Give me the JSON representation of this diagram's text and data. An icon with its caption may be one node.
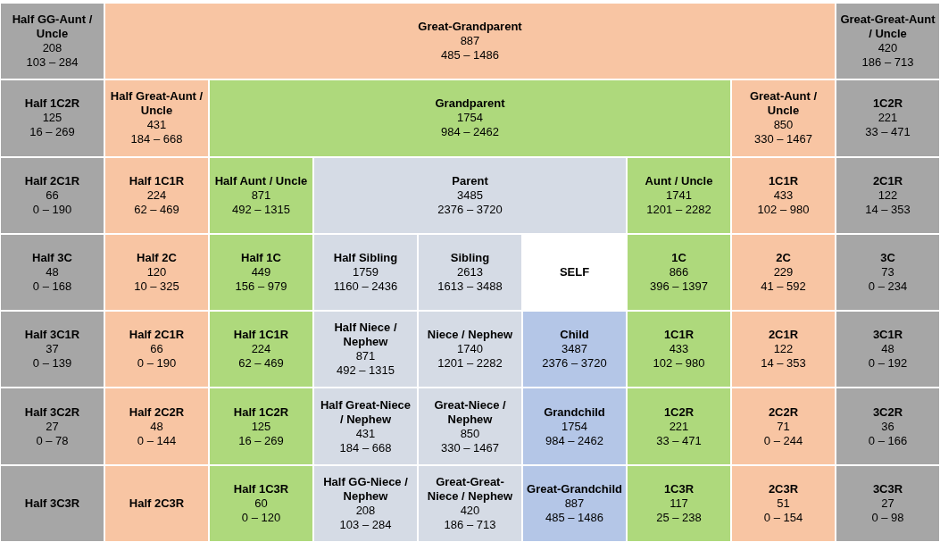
{
  "diagram": {
    "nodes": [
      {
        "text": [
          "Half GG-Aunt / Uncle",
          "208",
          "103 – 284"
        ]
      },
      {
        "text": [
          "Great-Grandparent",
          "887",
          "485 – 1486"
        ]
      },
      {
        "text": [
          "Great-Great-Aunt / Uncle",
          "420",
          "186 – 713"
        ]
      },
      {
        "text": [
          "Half 1C2R",
          "125",
          "16 – 269"
        ]
      },
      {
        "text": [
          "Half Great-Aunt / Uncle",
          "431",
          "184 – 668"
        ]
      },
      {
        "text": [
          "Grandparent",
          "1754",
          "984 – 2462"
        ]
      },
      {
        "text": [
          "Great-Aunt / Uncle",
          "850",
          "330 – 1467"
        ]
      },
      {
        "text": [
          "1C2R",
          "221",
          "33 – 471"
        ]
      },
      {
        "text": [
          "Half 2C1R",
          "66",
          "0 – 190"
        ]
      },
      {
        "text": [
          "Half 1C1R",
          "224",
          "62 – 469"
        ]
      },
      {
        "text": [
          "Half Aunt / Uncle",
          "871",
          "492 – 1315"
        ]
      },
      {
        "text": [
          "Parent",
          "3485",
          "2376 – 3720"
        ]
      },
      {
        "text": [
          "Aunt / Uncle",
          "1741",
          "1201 – 2282"
        ]
      },
      {
        "text": [
          "1C1R",
          "433",
          "102 – 980"
        ]
      },
      {
        "text": [
          "2C1R",
          "122",
          "14 – 353"
        ]
      },
      {
        "text": [
          "Half 3C",
          "48",
          "0 – 168"
        ]
      },
      {
        "text": [
          "Half 2C",
          "120",
          "10 – 325"
        ]
      },
      {
        "text": [
          "Half 1C",
          "449",
          "156 – 979"
        ]
      },
      {
        "text": [
          "Half Sibling",
          "1759",
          "1160 – 2436"
        ]
      },
      {
        "text": [
          "Sibling",
          "2613",
          "1613 – 3488"
        ]
      },
      {
        "text": [
          "SELF"
        ]
      },
      {
        "text": [
          "1C",
          "866",
          "396 – 1397"
        ]
      },
      {
        "text": [
          "2C",
          "229",
          "41 – 592"
        ]
      },
      {
        "text": [
          "3C",
          "73",
          "0 – 234"
        ]
      },
      {
        "text": [
          "Half 3C1R",
          "37",
          "0 – 139"
        ]
      },
      {
        "text": [
          "Half 2C1R",
          "66",
          "0 – 190"
        ]
      },
      {
        "text": [
          "Half 1C1R",
          "224",
          "62 – 469"
        ]
      },
      {
        "text": [
          "Half Niece / Nephew",
          "871",
          "492 – 1315"
        ]
      },
      {
        "text": [
          "Niece / Nephew",
          "1740",
          "1201 – 2282"
        ]
      },
      {
        "text": [
          "Child",
          "3487",
          "2376 – 3720"
        ]
      },
      {
        "text": [
          "1C1R",
          "433",
          "102 – 980"
        ]
      },
      {
        "text": [
          "2C1R",
          "122",
          "14 – 353"
        ]
      },
      {
        "text": [
          "3C1R",
          "48",
          "0 – 192"
        ]
      },
      {
        "text": [
          "Half 3C2R",
          "27",
          "0 – 78"
        ]
      },
      {
        "text": [
          "Half 2C2R",
          "48",
          "0 – 144"
        ]
      },
      {
        "text": [
          "Half 1C2R",
          "125",
          "16 – 269"
        ]
      },
      {
        "text": [
          "Half Great-Niece / Nephew",
          "431",
          "184 – 668"
        ]
      },
      {
        "text": [
          "Great-Niece / Nephew",
          "850",
          "330 – 1467"
        ]
      },
      {
        "text": [
          "Grandchild",
          "1754",
          "984 – 2462"
        ]
      },
      {
        "text": [
          "1C2R",
          "221",
          "33 – 471"
        ]
      },
      {
        "text": [
          "2C2R",
          "71",
          "0 – 244"
        ]
      },
      {
        "text": [
          "3C2R",
          "36",
          "0 – 166"
        ]
      },
      {
        "text": [
          "Half 3C3R"
        ]
      },
      {
        "text": [
          "Half 2C3R"
        ]
      },
      {
        "text": [
          "Half 1C3R",
          "60",
          "0 – 120"
        ]
      },
      {
        "text": [
          "Half GG-Niece / Nephew",
          "208",
          "103 – 284"
        ]
      },
      {
        "text": [
          "Great-Great-Niece / Nephew",
          "420",
          "186 – 713"
        ]
      },
      {
        "text": [
          "Great-Grandchild",
          "887",
          "485 – 1486"
        ]
      },
      {
        "text": [
          "1C3R",
          "117",
          "25 – 238"
        ]
      },
      {
        "text": [
          "2C3R",
          "51",
          "0 – 154"
        ]
      },
      {
        "text": [
          "3C3R",
          "27",
          "0 – 98"
        ]
      }
    ]
  }
}
